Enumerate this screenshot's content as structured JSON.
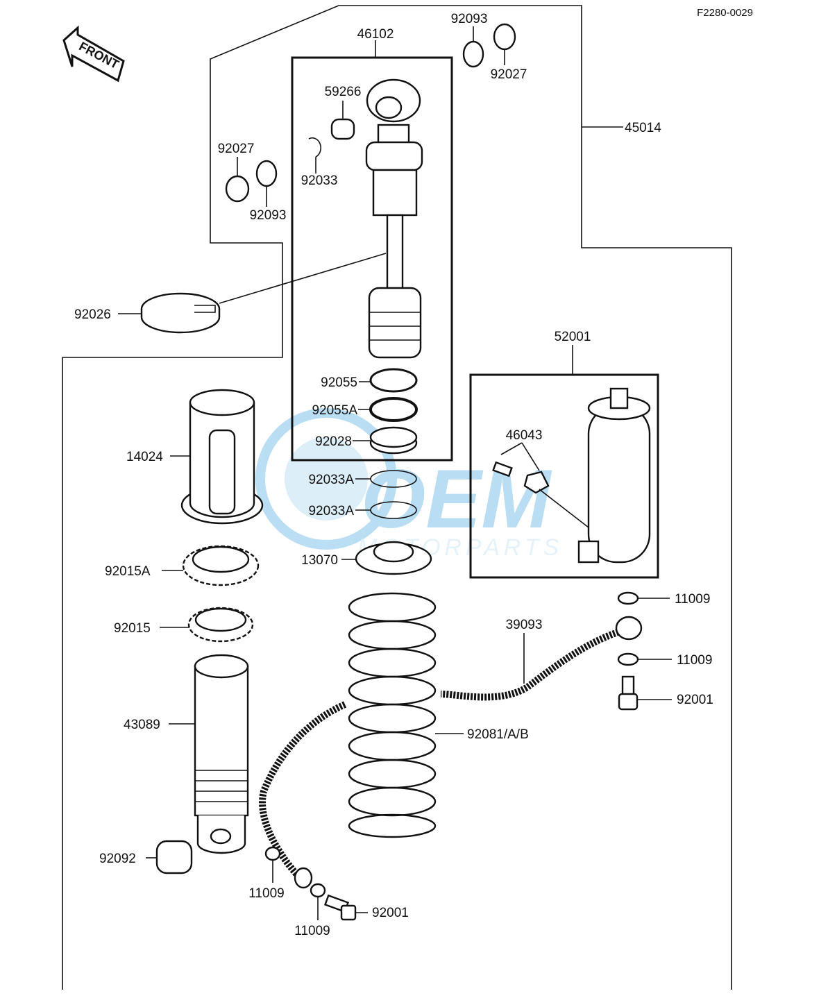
{
  "figure_id": "F2280-0029",
  "front_label": "FRONT",
  "watermark": {
    "brand": "OEM",
    "sub": "MOTORPARTS",
    "color": "#3aa0dc"
  },
  "labels": {
    "p46102": "46102",
    "p92093_top": "92093",
    "p92027_top": "92027",
    "p45014": "45014",
    "p59266": "59266",
    "p92027_left": "92027",
    "p92093_left": "92093",
    "p92033": "92033",
    "p92026": "92026",
    "p52001": "52001",
    "p92055": "92055",
    "p92055A": "92055A",
    "p92028": "92028",
    "p46043": "46043",
    "p14024": "14024",
    "p92033A_1": "92033A",
    "p92033A_2": "92033A",
    "p13070": "13070",
    "p92015A": "92015A",
    "p92015": "92015",
    "p11009_r1": "11009",
    "p39093": "39093",
    "p11009_r2": "11009",
    "p92001_r": "92001",
    "p43089": "43089",
    "p92081": "92081/A/B",
    "p92092": "92092",
    "p11009_b1": "11009",
    "p92001_b": "92001",
    "p11009_b2": "11009"
  }
}
